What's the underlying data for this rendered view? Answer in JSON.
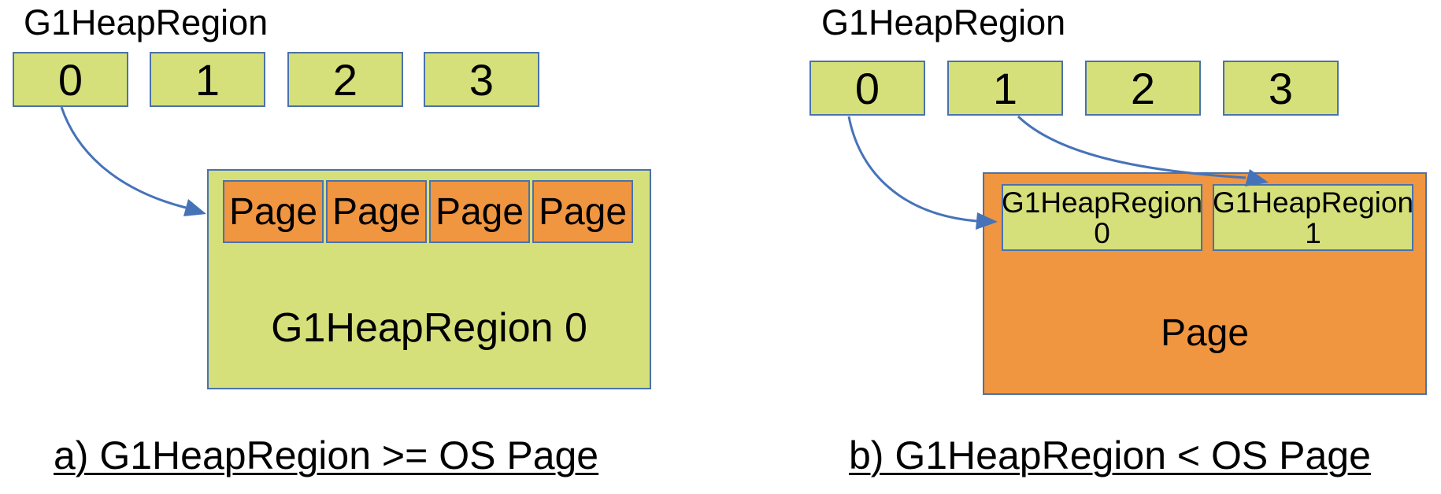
{
  "colors": {
    "region_green": "#d6e07a",
    "page_orange": "#f09540",
    "box_border_blue": "#4a72ac",
    "arrow_blue": "#4673b8"
  },
  "panels": [
    {
      "id": "a",
      "title": "G1HeapRegion",
      "region_indices": [
        "0",
        "1",
        "2",
        "3"
      ],
      "page_cells": [
        "Page",
        "Page",
        "Page",
        "Page"
      ],
      "container_label": "G1HeapRegion 0",
      "caption": "a) G1HeapRegion >= OS Page"
    },
    {
      "id": "b",
      "title": "G1HeapRegion",
      "region_indices": [
        "0",
        "1",
        "2",
        "3"
      ],
      "inner_regions": [
        {
          "name": "G1HeapRegion",
          "index": "0"
        },
        {
          "name": "G1HeapRegion",
          "index": "1"
        }
      ],
      "container_label": "Page",
      "caption": "b) G1HeapRegion < OS Page"
    }
  ]
}
